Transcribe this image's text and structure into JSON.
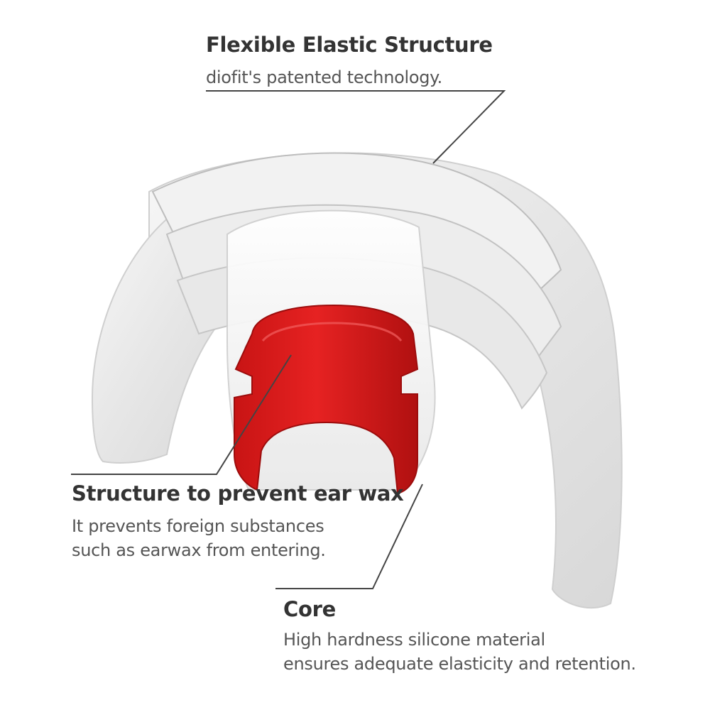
{
  "callouts": {
    "flexible": {
      "title": "Flexible Elastic Structure",
      "description": "diofit's patented technology."
    },
    "earwax": {
      "title": "Structure to prevent ear wax",
      "description_line1": "It prevents foreign substances",
      "description_line2": "such as earwax from entering."
    },
    "core": {
      "title": "Core",
      "description_line1": "High hardness silicone material",
      "description_line2": "ensures adequate elasticity and retention."
    }
  },
  "colors": {
    "core_red": "#e01e1e",
    "silicone": "#eeeeee",
    "leader_line": "#444444",
    "text": "#333333"
  },
  "icons": {
    "illustration": "eartip-cutaway-illustration"
  }
}
